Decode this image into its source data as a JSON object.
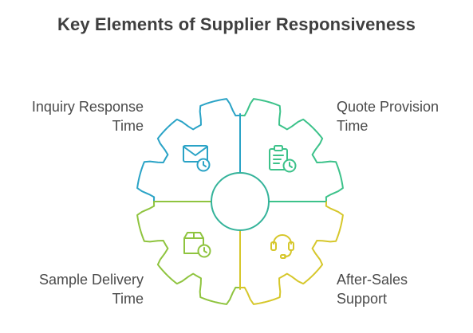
{
  "title": "Key Elements of Supplier Responsiveness",
  "quadrants": [
    {
      "line1": "Inquiry Response",
      "line2": "Time",
      "icon": "envelope-clock-icon",
      "color": "#2aa3c6"
    },
    {
      "line1": "Quote Provision",
      "line2": "Time",
      "icon": "document-clock-icon",
      "color": "#3cc28a"
    },
    {
      "line1": "Sample Delivery",
      "line2": "Time",
      "icon": "package-clock-icon",
      "color": "#8fc43f"
    },
    {
      "line1": "After-Sales",
      "line2": "Support",
      "icon": "headset-icon",
      "color": "#d6c72b"
    }
  ],
  "hub_color": "#34b39a"
}
